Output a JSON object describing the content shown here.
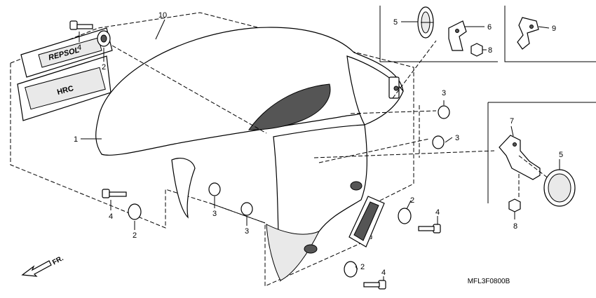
{
  "diagram": {
    "callouts": [
      "1",
      "2",
      "2",
      "2",
      "2",
      "3",
      "3",
      "3",
      "3",
      "3",
      "4",
      "4",
      "4",
      "4",
      "5",
      "5",
      "6",
      "7",
      "8",
      "8",
      "9",
      "10"
    ],
    "decals": {
      "repsol": "REPSOL",
      "hrc": "HRC"
    },
    "direction_label": "FR.",
    "drawing_code": "MFL3F0800B"
  }
}
